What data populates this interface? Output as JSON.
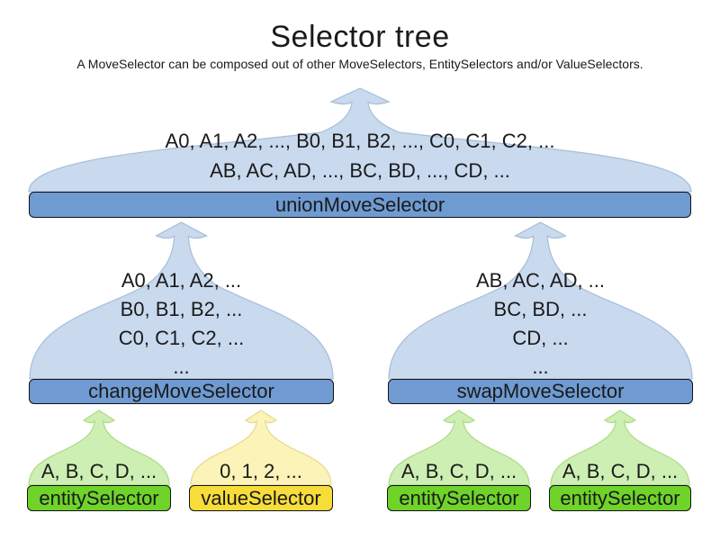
{
  "page": {
    "title": "Selector tree",
    "subtitle": "A MoveSelector can be composed out of other MoveSelectors, EntitySelectors and/or ValueSelectors."
  },
  "colors": {
    "cloud_blue": "#c9d9ee",
    "bar_blue": "#6f9bd2",
    "cloud_green": "#cdefb3",
    "bar_green": "#6fd32a",
    "cloud_yellow": "#fbf3b8",
    "bar_yellow": "#f7dd3a"
  },
  "nodes": [
    {
      "id": "unionMoveSelector",
      "label": "unionMoveSelector",
      "kind": "move-selector",
      "lines": [
        "A0, A1, A2, ..., B0, B1, B2, ..., C0, C1, C2, ...",
        "AB, AC, AD, ..., BC, BD, ..., CD, ..."
      ]
    },
    {
      "id": "changeMoveSelector",
      "label": "changeMoveSelector",
      "kind": "move-selector",
      "lines": [
        "A0, A1, A2, ...",
        "B0, B1, B2, ...",
        "C0, C1, C2, ...",
        "..."
      ]
    },
    {
      "id": "swapMoveSelector",
      "label": "swapMoveSelector",
      "kind": "move-selector",
      "lines": [
        "AB, AC, AD, ...",
        "BC, BD, ...",
        "CD, ...",
        "..."
      ]
    },
    {
      "id": "entitySelector-1",
      "label": "entitySelector",
      "kind": "entity-selector",
      "lines": [
        "A, B, C, D, ..."
      ]
    },
    {
      "id": "valueSelector-1",
      "label": "valueSelector",
      "kind": "value-selector",
      "lines": [
        "0, 1, 2, ..."
      ]
    },
    {
      "id": "entitySelector-2",
      "label": "entitySelector",
      "kind": "entity-selector",
      "lines": [
        "A, B, C, D, ..."
      ]
    },
    {
      "id": "entitySelector-3",
      "label": "entitySelector",
      "kind": "entity-selector",
      "lines": [
        "A, B, C, D, ..."
      ]
    }
  ]
}
